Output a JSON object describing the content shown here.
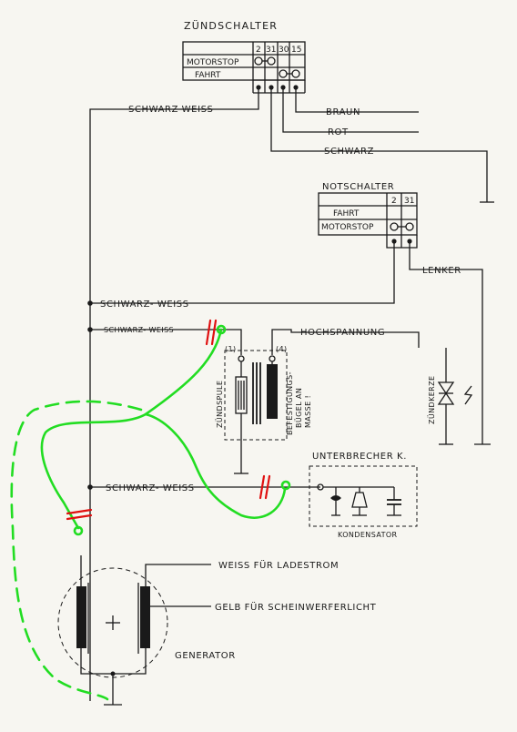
{
  "ignition_switch": {
    "title": "ZÜNDSCHALTER",
    "terminals": [
      "2",
      "31",
      "30",
      "15"
    ],
    "rows": [
      "MOTORSTOP",
      "FAHRT"
    ]
  },
  "wires_top": {
    "black_white": "SCHWARZ-WEISS",
    "brown": "BRAUN",
    "red": "ROT",
    "black": "SCHWARZ"
  },
  "emergency_switch": {
    "title": "NOTSCHALTER",
    "terminals": [
      "2",
      "31"
    ],
    "rows": [
      "FAHRT",
      "MOTORSTOP"
    ],
    "handlebar": "LENKER"
  },
  "coil": {
    "wire_label_1": "SCHWARZ- WEISS",
    "wire_label_2": "SCHWARZ- WEISS",
    "high_voltage": "HOCHSPANNUNG",
    "name": "ZÜNDSPULE",
    "terminal_1": "(1)",
    "terminal_4": "(4)",
    "bracket_note_1": "BEFESTIGUNGS-",
    "bracket_note_2": "BÜGEL AN",
    "bracket_note_3": "MASSE !"
  },
  "spark_plug": {
    "label": "ZÜNDKERZE"
  },
  "breaker": {
    "wire_label": "SCHWARZ- WEISS",
    "title": "UNTERBRECHER K.",
    "capacitor": "KONDENSATOR"
  },
  "generator": {
    "charge_wire": "WEISS FÜR LADESTROM",
    "headlight_wire": "GELB FÜR SCHEINWERFERLICHT",
    "name": "GENERATOR",
    "plus": "+"
  },
  "colors": {
    "ink": "#1a1a1a",
    "marker_green": "#22dd22",
    "marker_red": "#e01010",
    "paper": "#f7f6f1"
  }
}
